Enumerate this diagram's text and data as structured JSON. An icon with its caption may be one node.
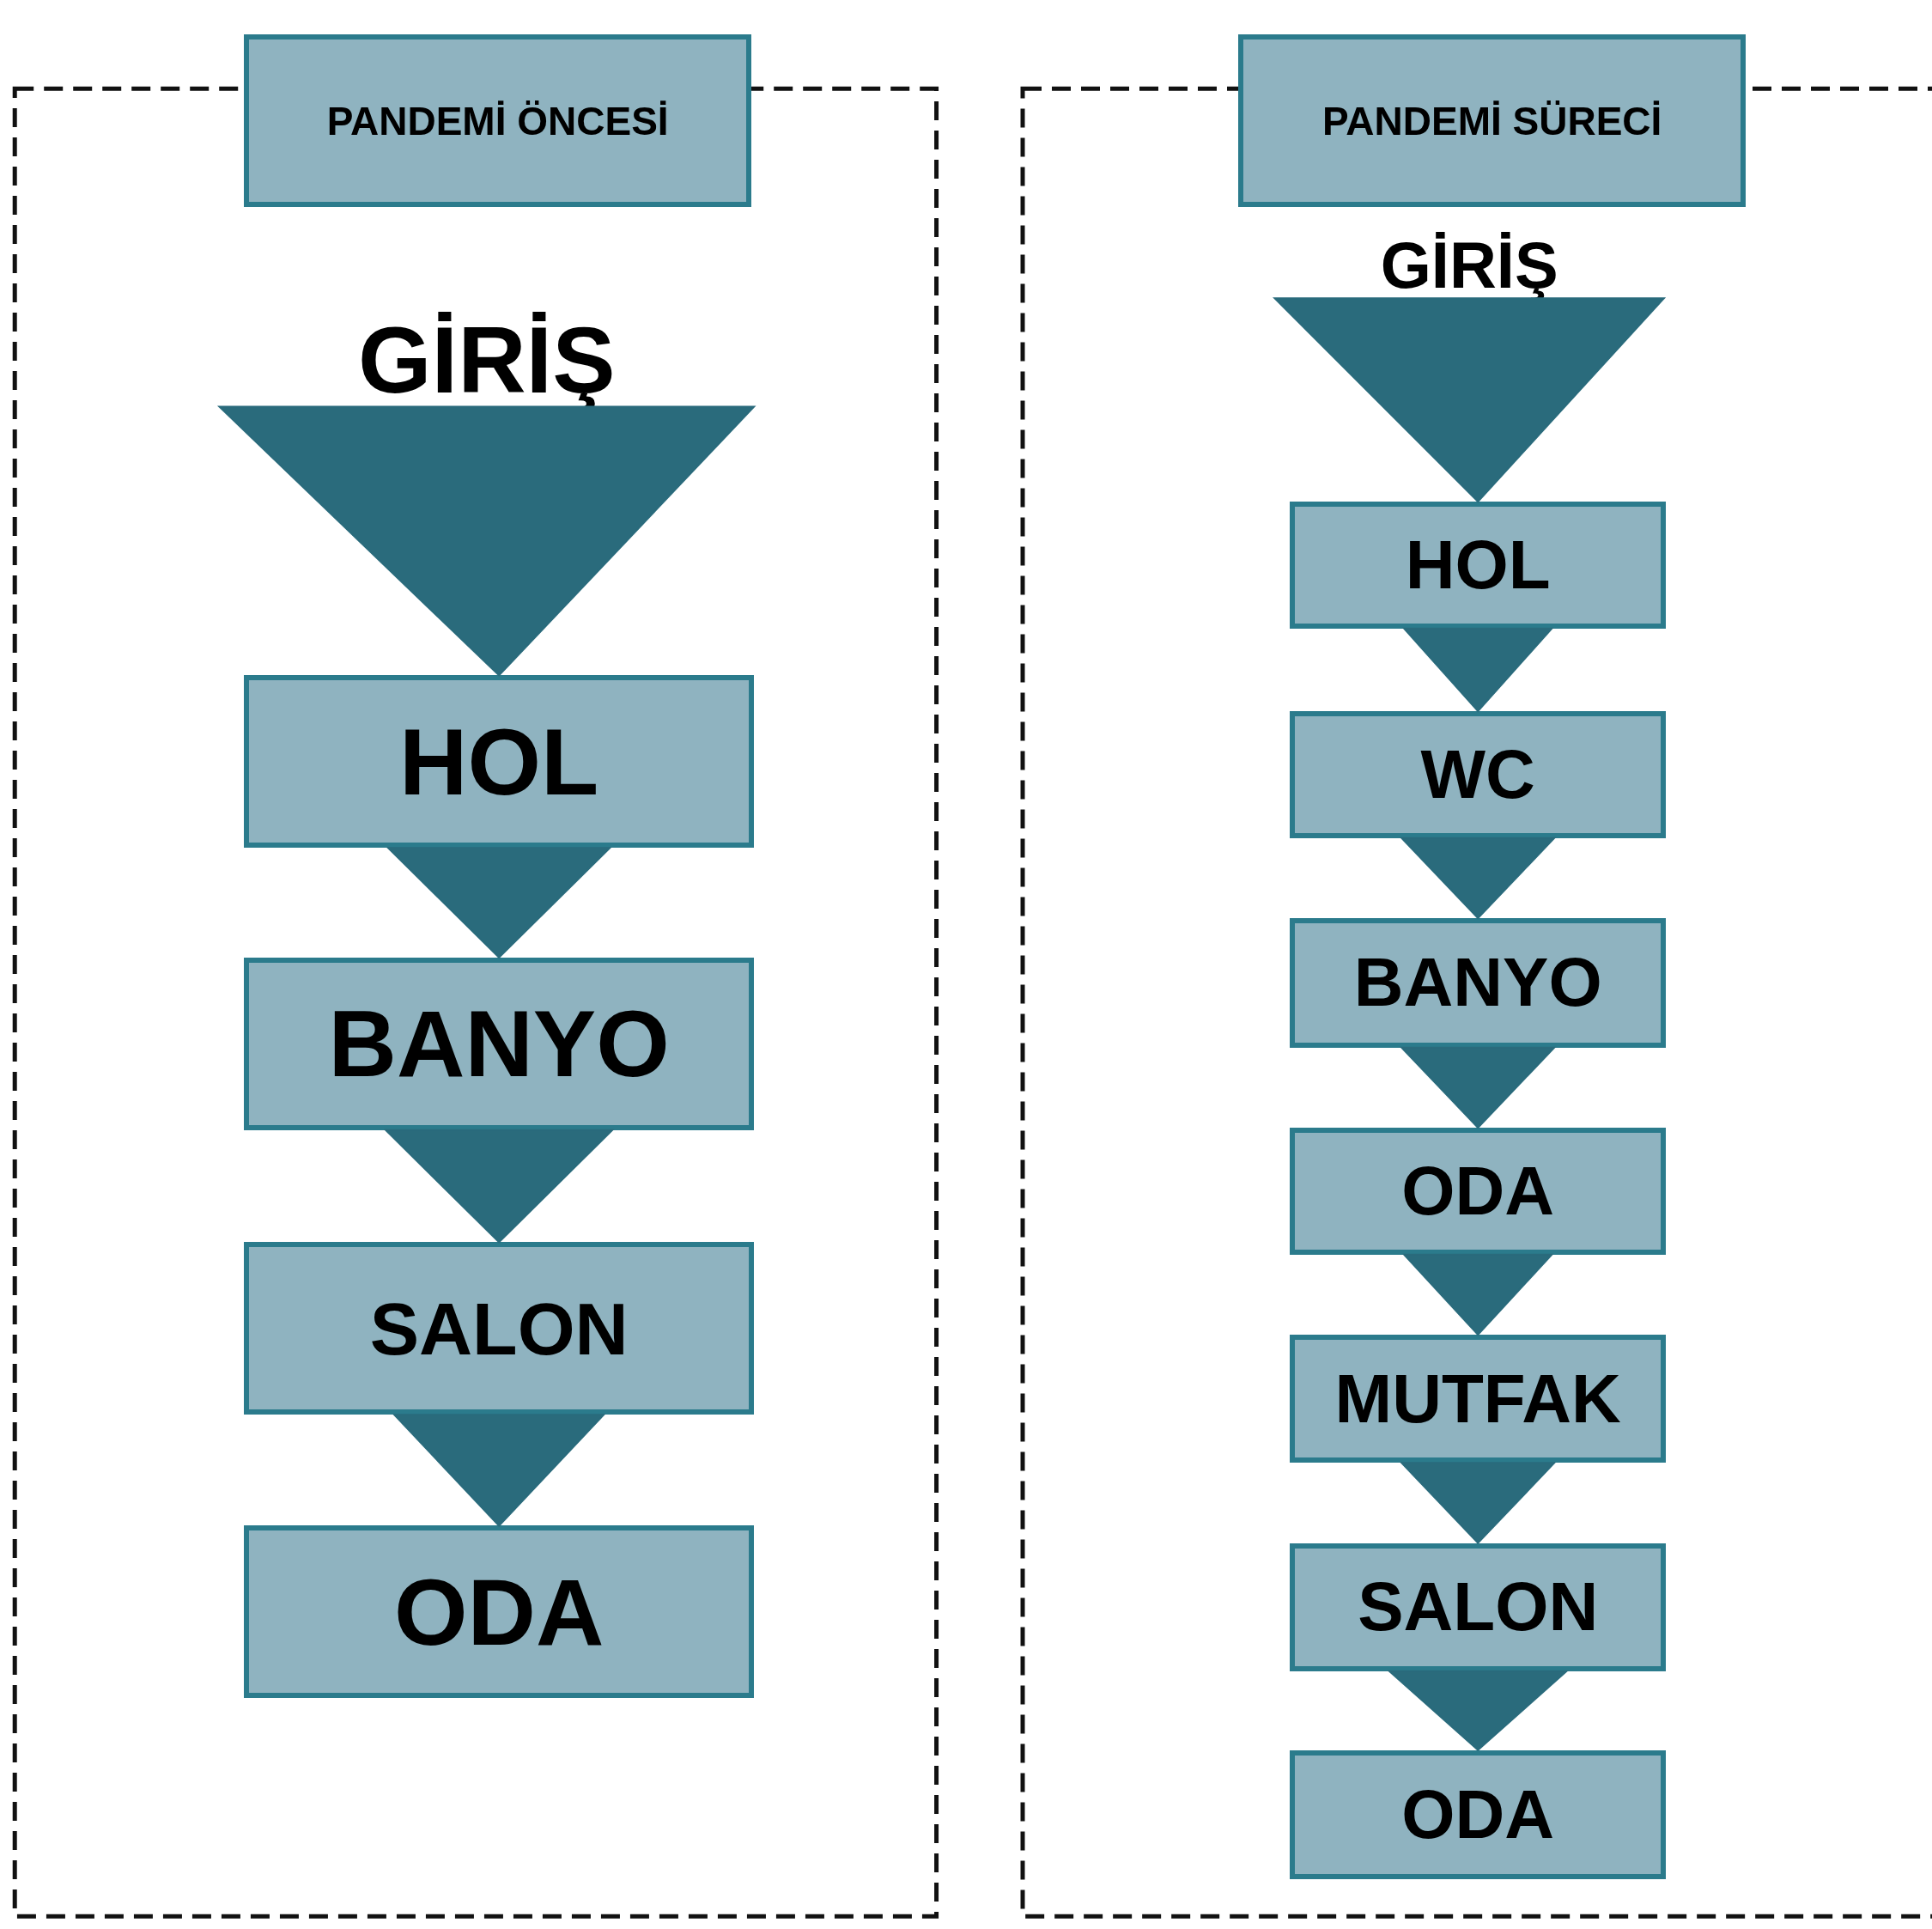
{
  "diagram": {
    "nodes": [
      {
        "text": [
          "PANDEMİ ÖNCESİ"
        ]
      },
      {
        "text": [
          "GİRİŞ"
        ]
      },
      {
        "text": [
          "HOL"
        ]
      },
      {
        "text": [
          "BANYO"
        ]
      },
      {
        "text": [
          "SALON"
        ]
      },
      {
        "text": [
          "ODA"
        ]
      },
      {
        "text": [
          "PANDEMİ SÜRECİ"
        ]
      },
      {
        "text": [
          "GİRİŞ"
        ]
      },
      {
        "text": [
          "HOL"
        ]
      },
      {
        "text": [
          "WC"
        ]
      },
      {
        "text": [
          "BANYO"
        ]
      },
      {
        "text": [
          "ODA"
        ]
      },
      {
        "text": [
          "MUTFAK"
        ]
      },
      {
        "text": [
          "SALON"
        ]
      },
      {
        "text": [
          "ODA"
        ]
      }
    ],
    "edges": [
      {
        "from": 1,
        "to": 2,
        "arrow": "to"
      },
      {
        "from": 2,
        "to": 3,
        "arrow": "to"
      },
      {
        "from": 3,
        "to": 4,
        "arrow": "to"
      },
      {
        "from": 4,
        "to": 5,
        "arrow": "to"
      },
      {
        "from": 7,
        "to": 8,
        "arrow": "to"
      },
      {
        "from": 8,
        "to": 9,
        "arrow": "to"
      },
      {
        "from": 9,
        "to": 10,
        "arrow": "to"
      },
      {
        "from": 10,
        "to": 11,
        "arrow": "to"
      },
      {
        "from": 11,
        "to": 12,
        "arrow": "to"
      },
      {
        "from": 12,
        "to": 13,
        "arrow": "to"
      },
      {
        "from": 13,
        "to": 14,
        "arrow": "to"
      }
    ]
  }
}
